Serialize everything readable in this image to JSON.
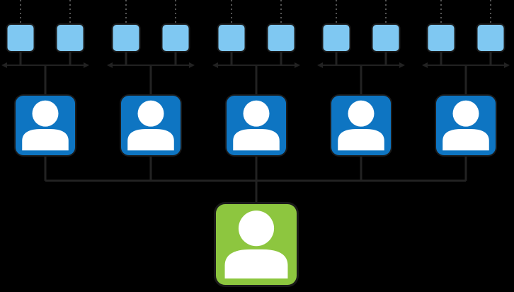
{
  "diagram": {
    "type": "hierarchy",
    "root": {
      "role": "root-person",
      "icon": "user-icon",
      "color": "#8dc63f"
    },
    "middle": [
      {
        "role": "person",
        "icon": "user-icon",
        "children": 2
      },
      {
        "role": "person",
        "icon": "user-icon",
        "children": 2
      },
      {
        "role": "person",
        "icon": "user-icon",
        "children": 2
      },
      {
        "role": "person",
        "icon": "user-icon",
        "children": 2
      },
      {
        "role": "person",
        "icon": "user-icon",
        "children": 2
      }
    ],
    "leaf_connector": "dotted-line-continues-up",
    "colors": {
      "background": "#000000",
      "person_fill": "#0e75c2",
      "root_fill": "#8dc63f",
      "leaf_fill": "#7fc8f2",
      "lines": "#222222",
      "dotted": "#555555",
      "icon": "#ffffff"
    }
  }
}
